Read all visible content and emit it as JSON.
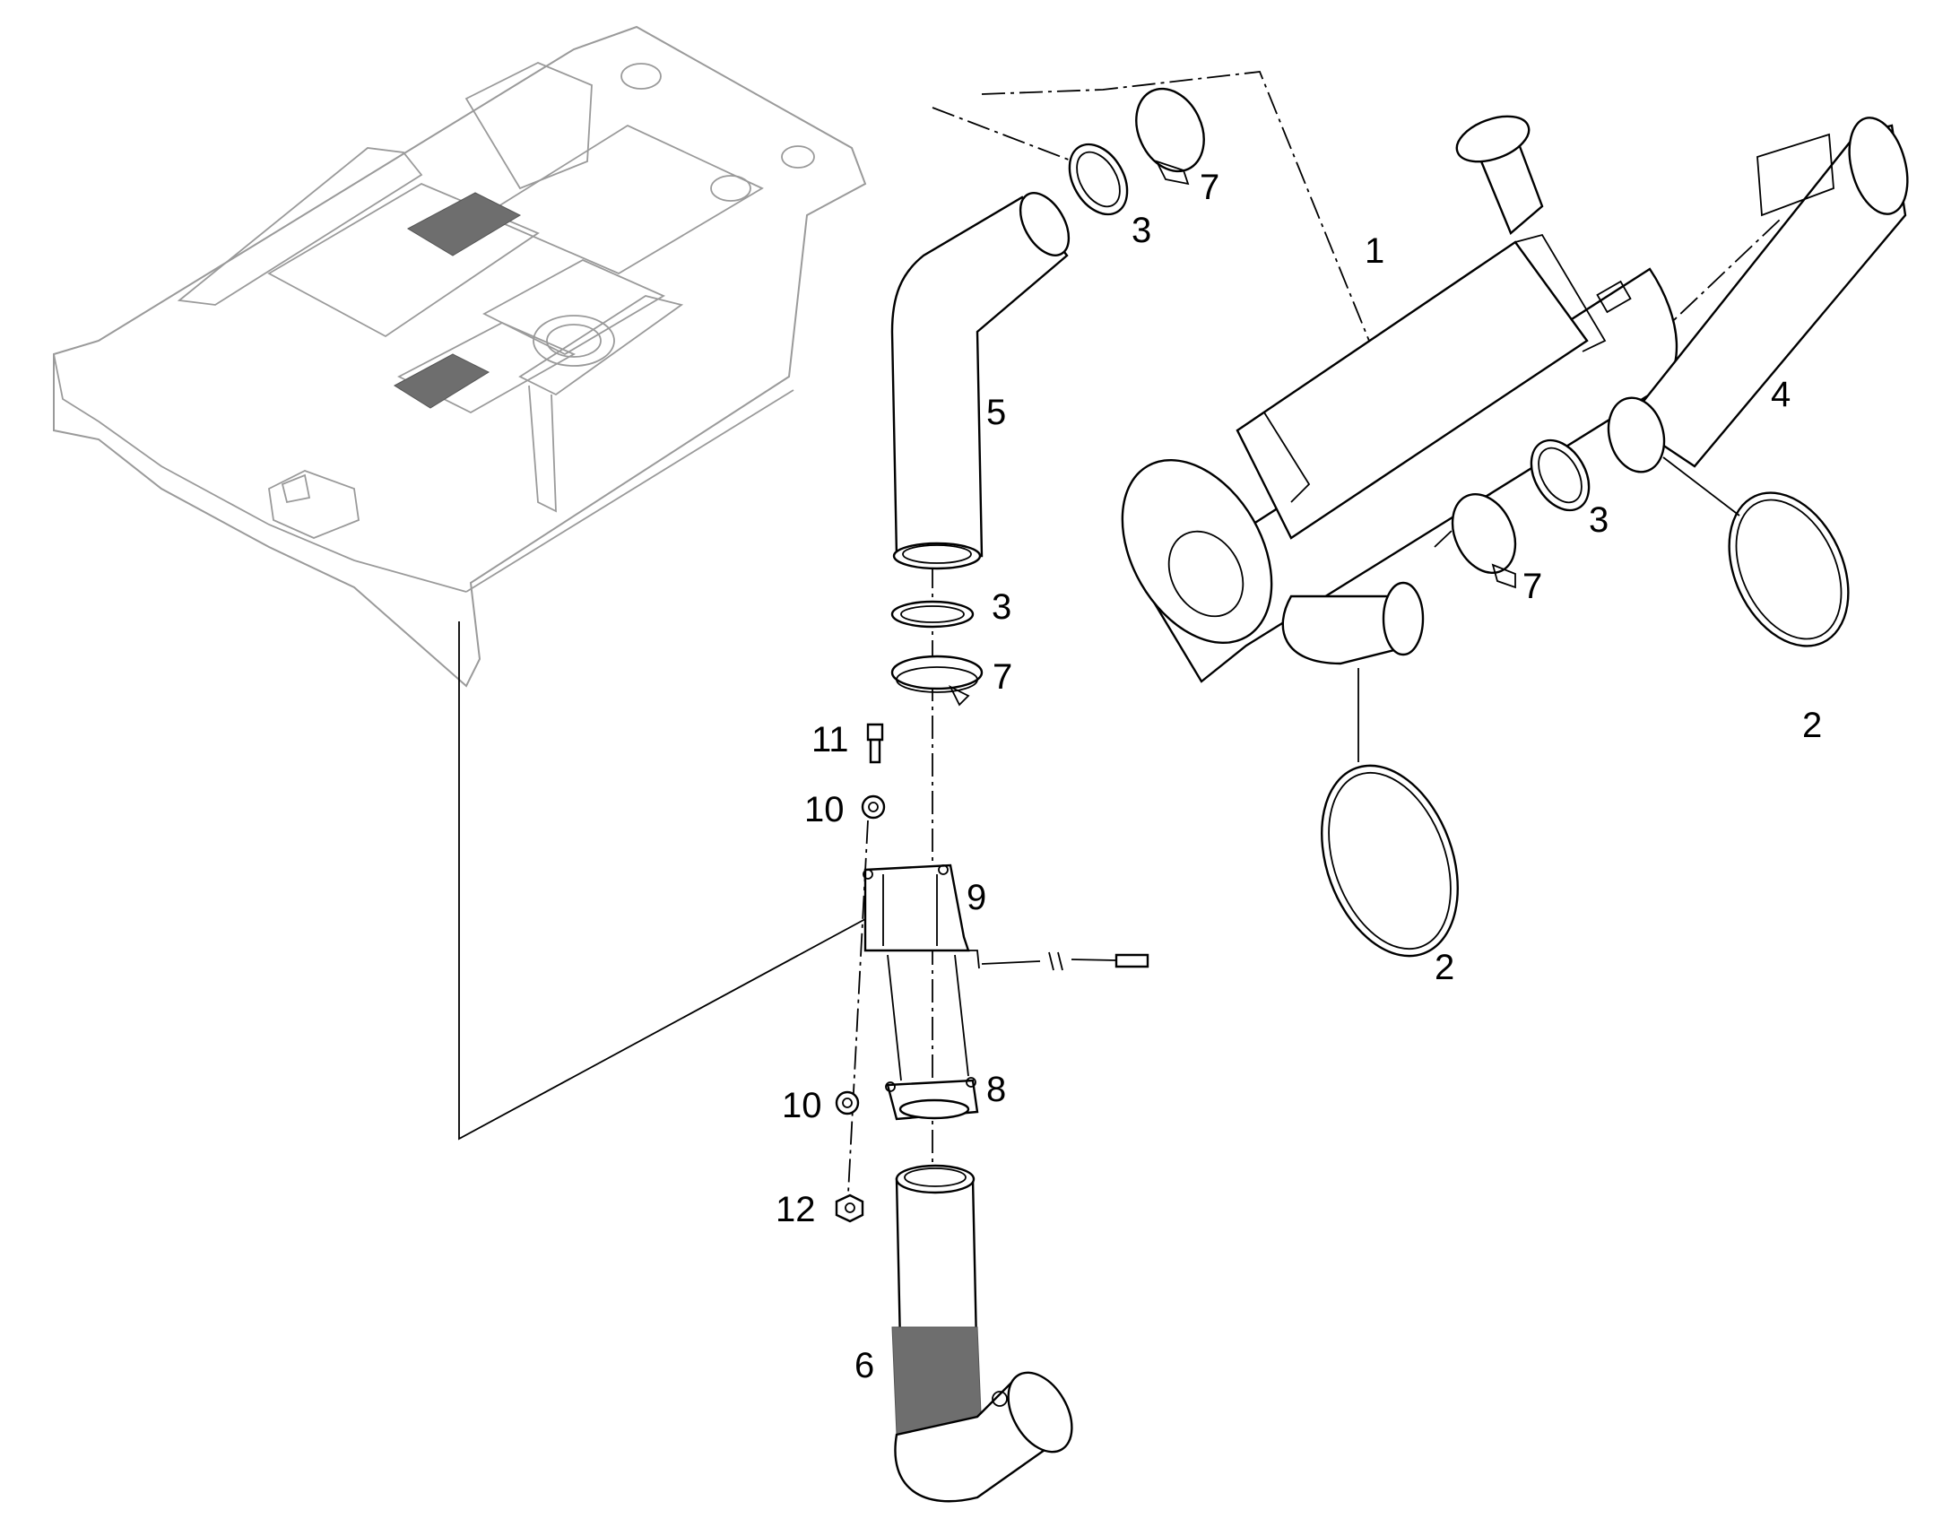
{
  "callouts": [
    {
      "id": "c1",
      "label": "1"
    },
    {
      "id": "c2a",
      "label": "2"
    },
    {
      "id": "c2b",
      "label": "2"
    },
    {
      "id": "c3a",
      "label": "3"
    },
    {
      "id": "c3b",
      "label": "3"
    },
    {
      "id": "c3c",
      "label": "3"
    },
    {
      "id": "c4",
      "label": "4"
    },
    {
      "id": "c5",
      "label": "5"
    },
    {
      "id": "c6",
      "label": "6"
    },
    {
      "id": "c7a",
      "label": "7"
    },
    {
      "id": "c7b",
      "label": "7"
    },
    {
      "id": "c7c",
      "label": "7"
    },
    {
      "id": "c8",
      "label": "8"
    },
    {
      "id": "c9",
      "label": "9"
    },
    {
      "id": "c10a",
      "label": "10"
    },
    {
      "id": "c10b",
      "label": "10"
    },
    {
      "id": "c11",
      "label": "11"
    },
    {
      "id": "c12",
      "label": "12"
    }
  ],
  "style": {
    "line_color": "#000000",
    "ghost_color": "#9a9a9a",
    "background": "#ffffff"
  }
}
